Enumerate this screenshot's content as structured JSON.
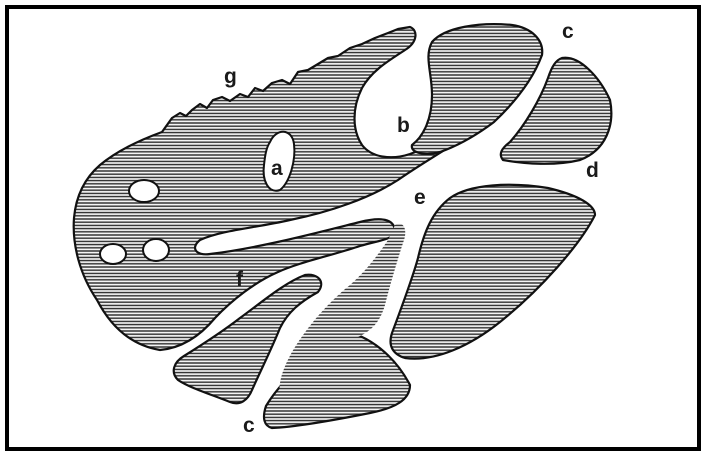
{
  "labels": {
    "a": "a",
    "b": "b",
    "c_top": "c",
    "c_bottom": "c",
    "d": "d",
    "e": "e",
    "f": "f",
    "g": "g"
  },
  "colors": {
    "frame": "#000000",
    "ink": "#111111",
    "background": "#ffffff"
  }
}
